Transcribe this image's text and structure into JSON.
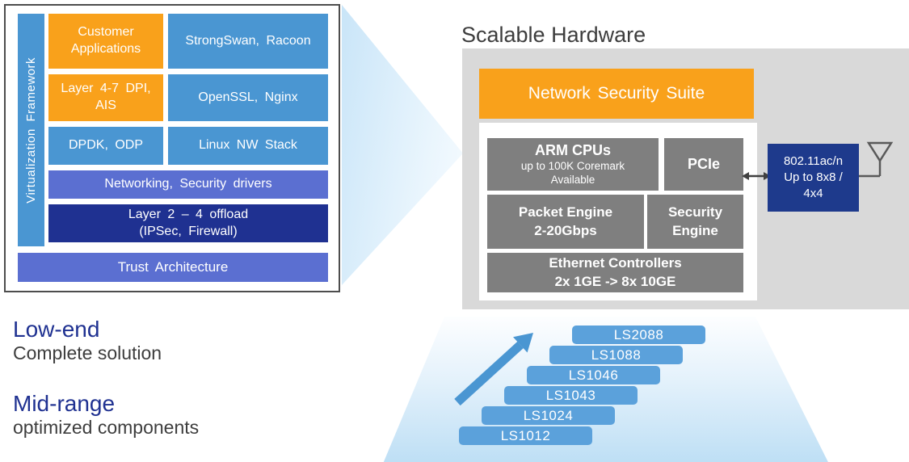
{
  "colors": {
    "accent_blue": "#4a96d2",
    "accent_orange": "#f9a11b",
    "periwinkle": "#5b6fd1",
    "navy": "#1f3191",
    "wifi_navy": "#1e3a8c",
    "block_gray": "#7f7f7f",
    "container_gray": "#d9d9d9",
    "chip_blue": "#5ba1db"
  },
  "software_stack": {
    "frame_label": "Virtualization Framework",
    "customer_apps": "Customer Applications",
    "strongswan": "StrongSwan, Racoon",
    "dpi": "Layer 4-7 DPI, AIS",
    "openssl": "OpenSSL, Nginx",
    "dpdk": "DPDK, ODP",
    "linux_stack": "Linux NW Stack",
    "drivers": "Networking, Security drivers",
    "offload_line1": "Layer 2 – 4 offload",
    "offload_line2": "(IPSec, Firewall)",
    "trust": "Trust Architecture"
  },
  "hardware": {
    "title": "Scalable Hardware",
    "suite_label": "Network Security Suite",
    "arm_title": "ARM CPUs",
    "arm_sub_line1": "up to 100K Coremark",
    "arm_sub_line2": "Available",
    "pcie": "PCIe",
    "packet_line1": "Packet Engine",
    "packet_line2": "2-20Gbps",
    "security_line1": "Security",
    "security_line2": "Engine",
    "ethernet_line1": "Ethernet Controllers",
    "ethernet_line2": "2x 1GE -> 8x 10GE",
    "wifi_line1": "802.11ac/n",
    "wifi_line2": "Up to 8x8 /",
    "wifi_line3": "4x4"
  },
  "segments": {
    "low_end_title": "Low-end",
    "low_end_sub": "Complete solution",
    "mid_range_title": "Mid-range",
    "mid_range_sub": "optimized components"
  },
  "chips": [
    "LS2088",
    "LS1088",
    "LS1046",
    "LS1043",
    "LS1024",
    "LS1012"
  ]
}
